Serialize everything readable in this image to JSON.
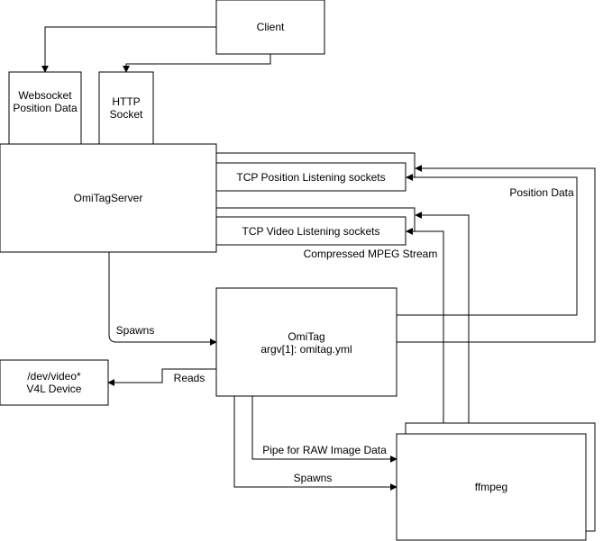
{
  "nodes": {
    "client": "Client",
    "websocket": [
      "Websocket",
      "Position Data"
    ],
    "http": [
      "HTTP",
      "Socket"
    ],
    "server": "OmiTagServer",
    "tcp_position": "TCP Position Listening sockets",
    "tcp_video": "TCP Video Listening sockets",
    "omitag": [
      "OmiTag",
      "argv[1]: omitag.yml"
    ],
    "device": [
      "/dev/video*",
      "V4L Device"
    ],
    "ffmpeg": "ffmpeg"
  },
  "edges": {
    "position_data": "Position Data",
    "compressed_stream": "Compressed MPEG Stream",
    "spawns_omitag": "Spawns",
    "reads": "Reads",
    "pipe_raw": "Pipe for RAW Image Data",
    "spawns_ffmpeg": "Spawns"
  }
}
